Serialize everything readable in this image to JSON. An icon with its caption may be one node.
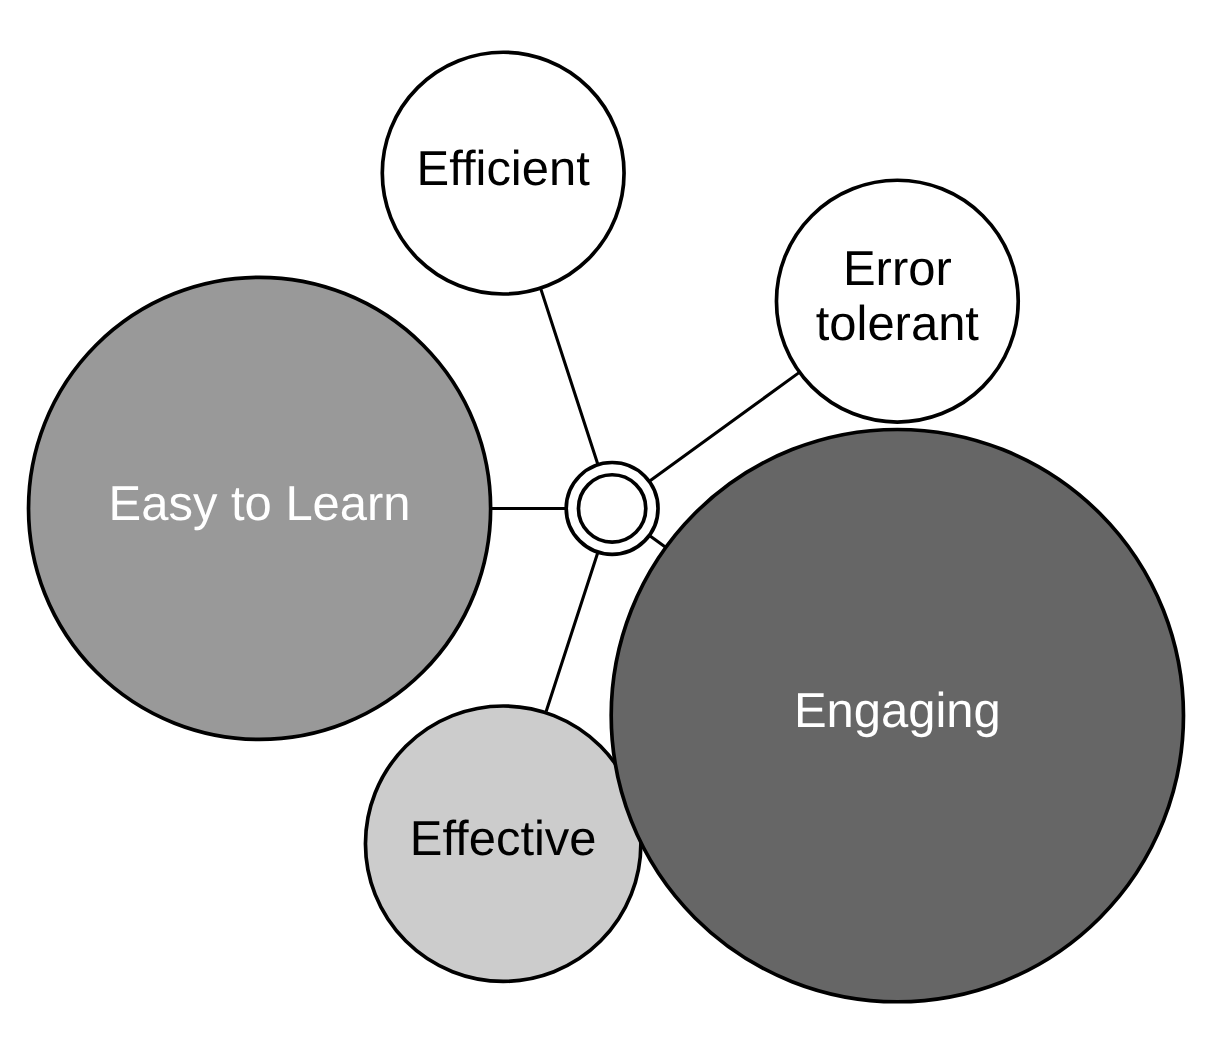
{
  "diagram": {
    "nodes": [
      {
        "text": [
          "Error tolerant"
        ]
      },
      {
        "text": [
          "Efficient"
        ]
      },
      {
        "text": [
          "Easy to Learn"
        ]
      },
      {
        "text": [],
        "shape": "circle"
      },
      {
        "text": [
          "Effective"
        ]
      },
      {
        "text": [
          "Engaging"
        ]
      }
    ],
    "edges": [
      {
        "from": 3,
        "to": 0,
        "arrow": "none"
      },
      {
        "from": 3,
        "to": 1,
        "arrow": "none"
      },
      {
        "from": 3,
        "to": 2,
        "arrow": "none"
      },
      {
        "from": 3,
        "to": 4,
        "arrow": "none"
      },
      {
        "from": 3,
        "to": 5,
        "arrow": "none"
      }
    ]
  }
}
